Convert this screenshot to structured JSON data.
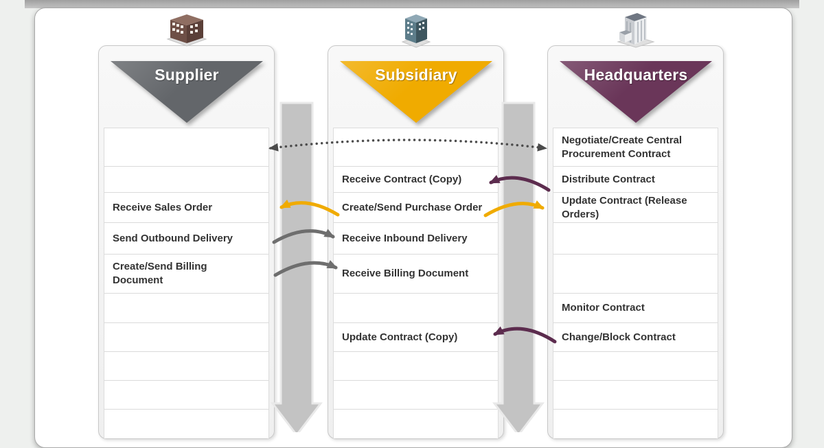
{
  "diagram": {
    "columns": [
      {
        "title": "Supplier",
        "accent": "#63666a",
        "icon": "factory-building-icon",
        "rows": [
          "",
          "",
          "Receive Sales Order",
          "Send Outbound Delivery",
          "Create/Send Billing Document",
          "",
          "",
          "",
          "",
          ""
        ]
      },
      {
        "title": "Subsidiary",
        "accent": "#f0ab00",
        "icon": "office-tower-icon",
        "rows": [
          "",
          "Receive Contract (Copy)",
          "Create/Send Purchase Order",
          "Receive Inbound Delivery",
          "Receive Billing Document",
          "",
          "Update Contract (Copy)",
          "",
          "",
          ""
        ]
      },
      {
        "title": "Headquarters",
        "accent": "#6a3659",
        "icon": "headquarters-building-icon",
        "rows": [
          "Negotiate/Create Central Procurement Contract",
          "Distribute Contract",
          "Update Contract (Release Orders)",
          "",
          "",
          "Monitor Contract",
          "Change/Block Contract",
          "",
          "",
          ""
        ]
      }
    ],
    "links": [
      {
        "name": "negotiate-central-contract-link",
        "style": "dotted",
        "color": "#4b4b4b",
        "direction": "both",
        "between": [
          "Supplier",
          "Negotiate/Create Central Procurement Contract"
        ]
      },
      {
        "name": "distribute-contract-link",
        "style": "solid",
        "color": "#5c2c4e",
        "from": "Distribute Contract",
        "to": "Receive Contract (Copy)"
      },
      {
        "name": "purchase-order-to-supplier-link",
        "style": "solid",
        "color": "#f0ab00",
        "from": "Create/Send Purchase Order",
        "to": "Receive Sales Order"
      },
      {
        "name": "purchase-order-to-headquarters-link",
        "style": "solid",
        "color": "#f0ab00",
        "from": "Create/Send Purchase Order",
        "to": "Update Contract (Release Orders)"
      },
      {
        "name": "outbound-delivery-link",
        "style": "solid",
        "color": "#6e6e6e",
        "from": "Send Outbound Delivery",
        "to": "Receive Inbound Delivery"
      },
      {
        "name": "billing-document-link",
        "style": "solid",
        "color": "#6e6e6e",
        "from": "Create/Send Billing Document",
        "to": "Receive Billing Document"
      },
      {
        "name": "change-block-contract-link",
        "style": "solid",
        "color": "#5c2c4e",
        "from": "Change/Block Contract",
        "to": "Update Contract (Copy)"
      }
    ],
    "vertical_flows": [
      {
        "name": "supplier-subsidiary-time-flow"
      },
      {
        "name": "subsidiary-headquarters-time-flow"
      }
    ]
  },
  "colors": {
    "page_bg": "#eef0ee",
    "top_strip": "#b0b0b0",
    "card_bg": "#ffffff",
    "card_border": "#a9a9a9",
    "column_bg": "#f5f5f5",
    "column_border": "#c8c8c8",
    "panel_border": "#dcdcdc",
    "row_line": "#dadada",
    "row_text": "#333333",
    "title_text": "#ffffff",
    "supplier_accent": "#63666a",
    "subsidiary_accent": "#f0ab00",
    "headquarters_accent": "#6a3659",
    "big_arrow": "#c3c3c3",
    "big_arrow_outline": "#e9e9e9",
    "link_gray": "#6e6e6e",
    "link_yellow": "#f0ab00",
    "link_purple": "#5c2c4e",
    "link_dotted": "#4b4b4b"
  }
}
